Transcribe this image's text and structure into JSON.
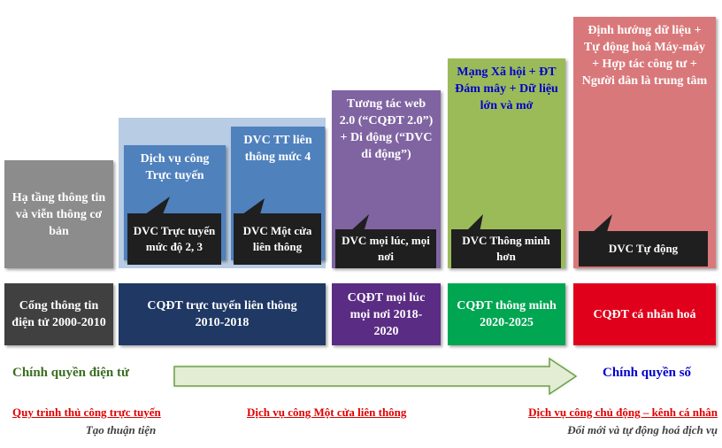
{
  "colors": {
    "gray_top": "#8c8c8c",
    "blue_bg": "#b8cce4",
    "blue_box": "#4f81bd",
    "purple_box": "#8064a2",
    "green_box": "#9bbb59",
    "pink_box": "#d9787a",
    "dark_gray": "#404040",
    "navy": "#1f3864",
    "purple_dark": "#5b2c83",
    "green_dark": "#00a651",
    "red_dark": "#e0001b",
    "callout": "#1f1f1f",
    "arrow_fill": "#d8e6c0",
    "arrow_stroke": "#70ad47",
    "label_green": "#3b6e22",
    "label_blue": "#0000cc",
    "label_red": "#e00000"
  },
  "stage1": {
    "top_text": "Hạ tầng thông tin và viễn thông cơ bản",
    "bottom_text": "Cổng thông tin điện tử 2000-2010"
  },
  "stage2": {
    "box_a": "Dịch vụ công Trực tuyến",
    "box_b": "DVC TT liên thông mức 4",
    "callout_a": "DVC Trực tuyến mức độ 2, 3",
    "callout_b": "DVC Một cửa liên thông",
    "bottom_text": "CQĐT trực tuyến liên thông 2010-2018"
  },
  "stage3": {
    "top_text": "Tương tác web 2.0 (“CQĐT 2.0”) + Di động (“DVC di động”)",
    "callout": "DVC mọi lúc, mọi nơi",
    "bottom_text": "CQĐT mọi lúc mọi nơi 2018-2020"
  },
  "stage4": {
    "top_text": "Mạng Xã hội + ĐT Đám mây + Dữ liệu lớn và mở",
    "callout": "DVC Thông minh hơn",
    "bottom_text": "CQĐT thông minh 2020-2025"
  },
  "stage5": {
    "top_text": "Định hướng dữ liệu + Tự động hoá Máy-máy + Hợp tác công tư + Người dân là trung tâm",
    "callout": "DVC Tự động",
    "bottom_text": "CQĐT cá nhân hoá"
  },
  "arrow": {
    "left_label": "Chính quyền điện tử",
    "right_label": "Chính quyền số"
  },
  "footer": {
    "left_title": "Quy trình thủ công trực tuyến",
    "left_sub": "Tạo thuận tiện",
    "mid_title": "Dịch vụ công Một cửa liên thông",
    "right_title": "Dịch vụ công chủ động – kênh cá nhân",
    "right_sub": "Đổi mới và tự động hoá dịch vụ"
  }
}
